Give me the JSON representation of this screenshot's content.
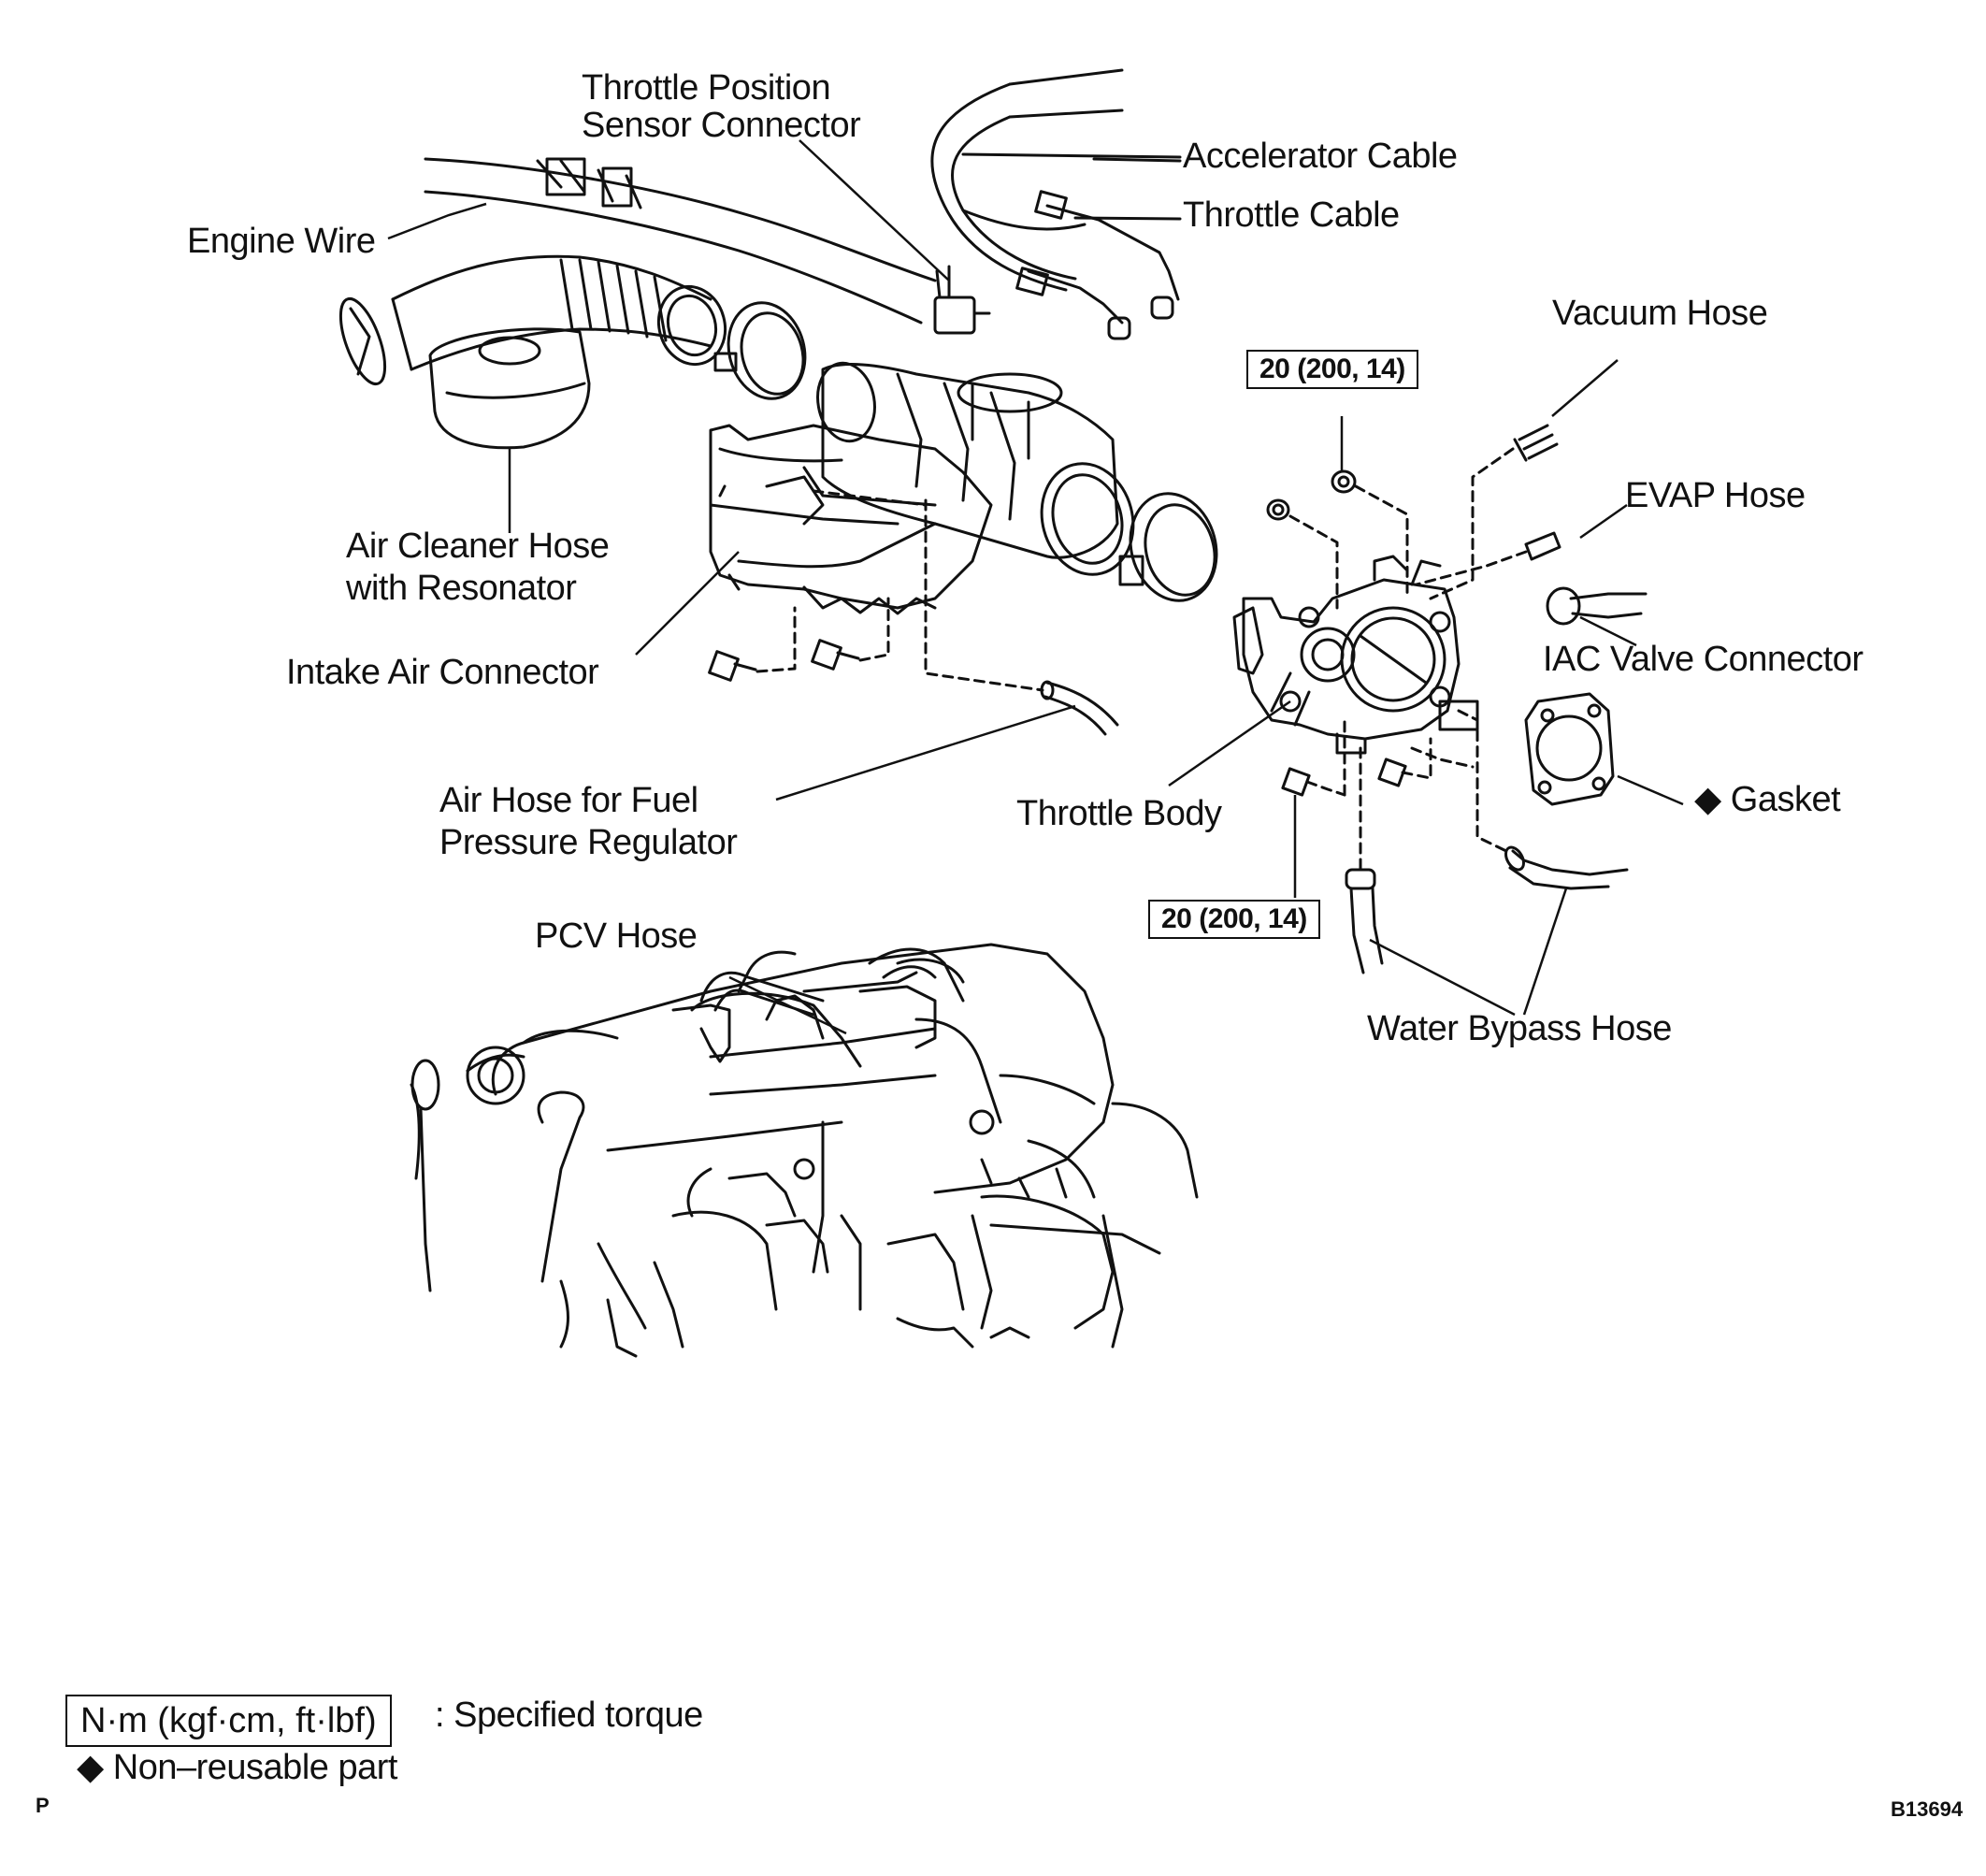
{
  "labels": {
    "throttle_position_sensor_connector_1": "Throttle Position",
    "throttle_position_sensor_connector_2": "Sensor Connector",
    "accelerator_cable": "Accelerator Cable",
    "throttle_cable": "Throttle Cable",
    "engine_wire": "Engine Wire",
    "vacuum_hose": "Vacuum Hose",
    "evap_hose": "EVAP Hose",
    "iac_valve_connector": "IAC Valve Connector",
    "air_cleaner_hose_1": "Air Cleaner Hose",
    "air_cleaner_hose_2": "with Resonator",
    "intake_air_connector": "Intake Air Connector",
    "gasket": "◆ Gasket",
    "air_hose_fpr_1": "Air Hose for Fuel",
    "air_hose_fpr_2": "Pressure Regulator",
    "throttle_body": "Throttle Body",
    "pcv_hose": "PCV Hose",
    "water_bypass_hose": "Water Bypass Hose"
  },
  "torque": {
    "upper": "20 (200, 14)",
    "lower": "20 (200, 14)"
  },
  "legend": {
    "torque_unit": "N·m (kgf·cm, ft·lbf)",
    "torque_desc": ": Specified torque",
    "non_reusable": "◆ Non–reusable part"
  },
  "footer": {
    "left_code": "P",
    "figure_id": "B13694"
  }
}
